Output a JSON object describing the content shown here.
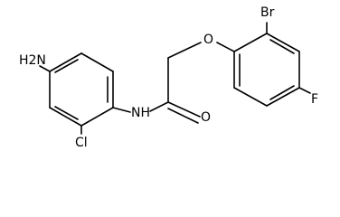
{
  "molecule": {
    "atoms": {
      "amino": "H2N",
      "chloro": "Cl",
      "amide_nitrogen": "NH",
      "carbonyl_oxygen": "O",
      "ether_oxygen": "O",
      "bromo": "Br",
      "fluoro": "F"
    }
  }
}
